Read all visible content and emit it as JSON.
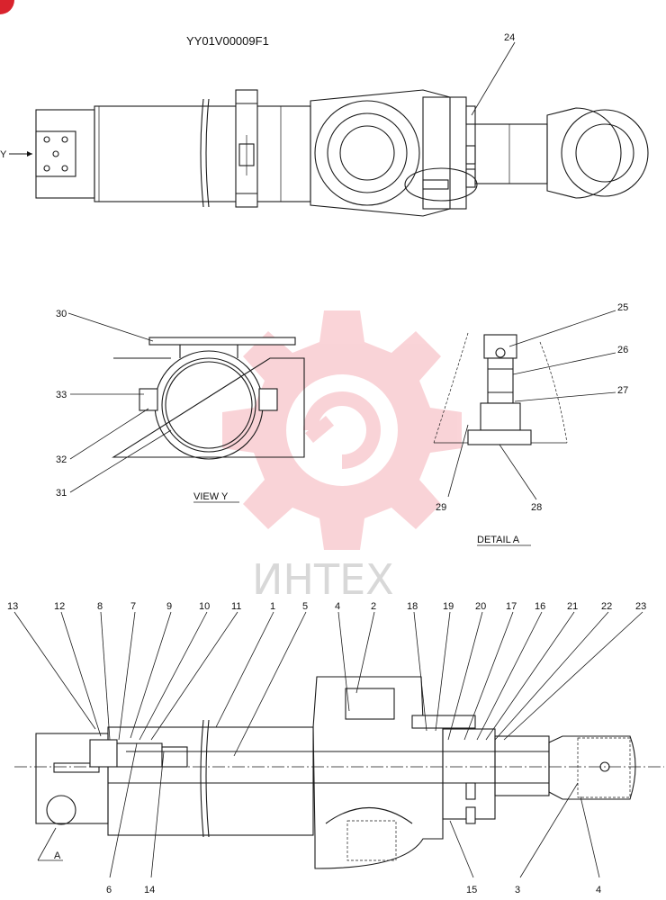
{
  "drawing_code": "YY01V00009F1",
  "watermark": {
    "text": "ИНТЕХ",
    "color": "#f3a0a8"
  },
  "corner_badge": {
    "color": "#d9232d"
  },
  "views": {
    "view_y": "VIEW  Y",
    "detail_a": "DETAIL  A",
    "arrow_y": "Y",
    "section_a": "A"
  },
  "part_numbers": {
    "top": [
      "24"
    ],
    "view_y": [
      "30",
      "33",
      "32",
      "31"
    ],
    "detail_a": [
      "25",
      "26",
      "27",
      "29",
      "28"
    ],
    "section_top": [
      "13",
      "12",
      "8",
      "7",
      "9",
      "10",
      "11",
      "1",
      "5",
      "4",
      "2",
      "18",
      "19",
      "20",
      "17",
      "16",
      "21",
      "22",
      "23"
    ],
    "section_bottom": [
      "6",
      "14",
      "15",
      "3",
      "4"
    ]
  }
}
